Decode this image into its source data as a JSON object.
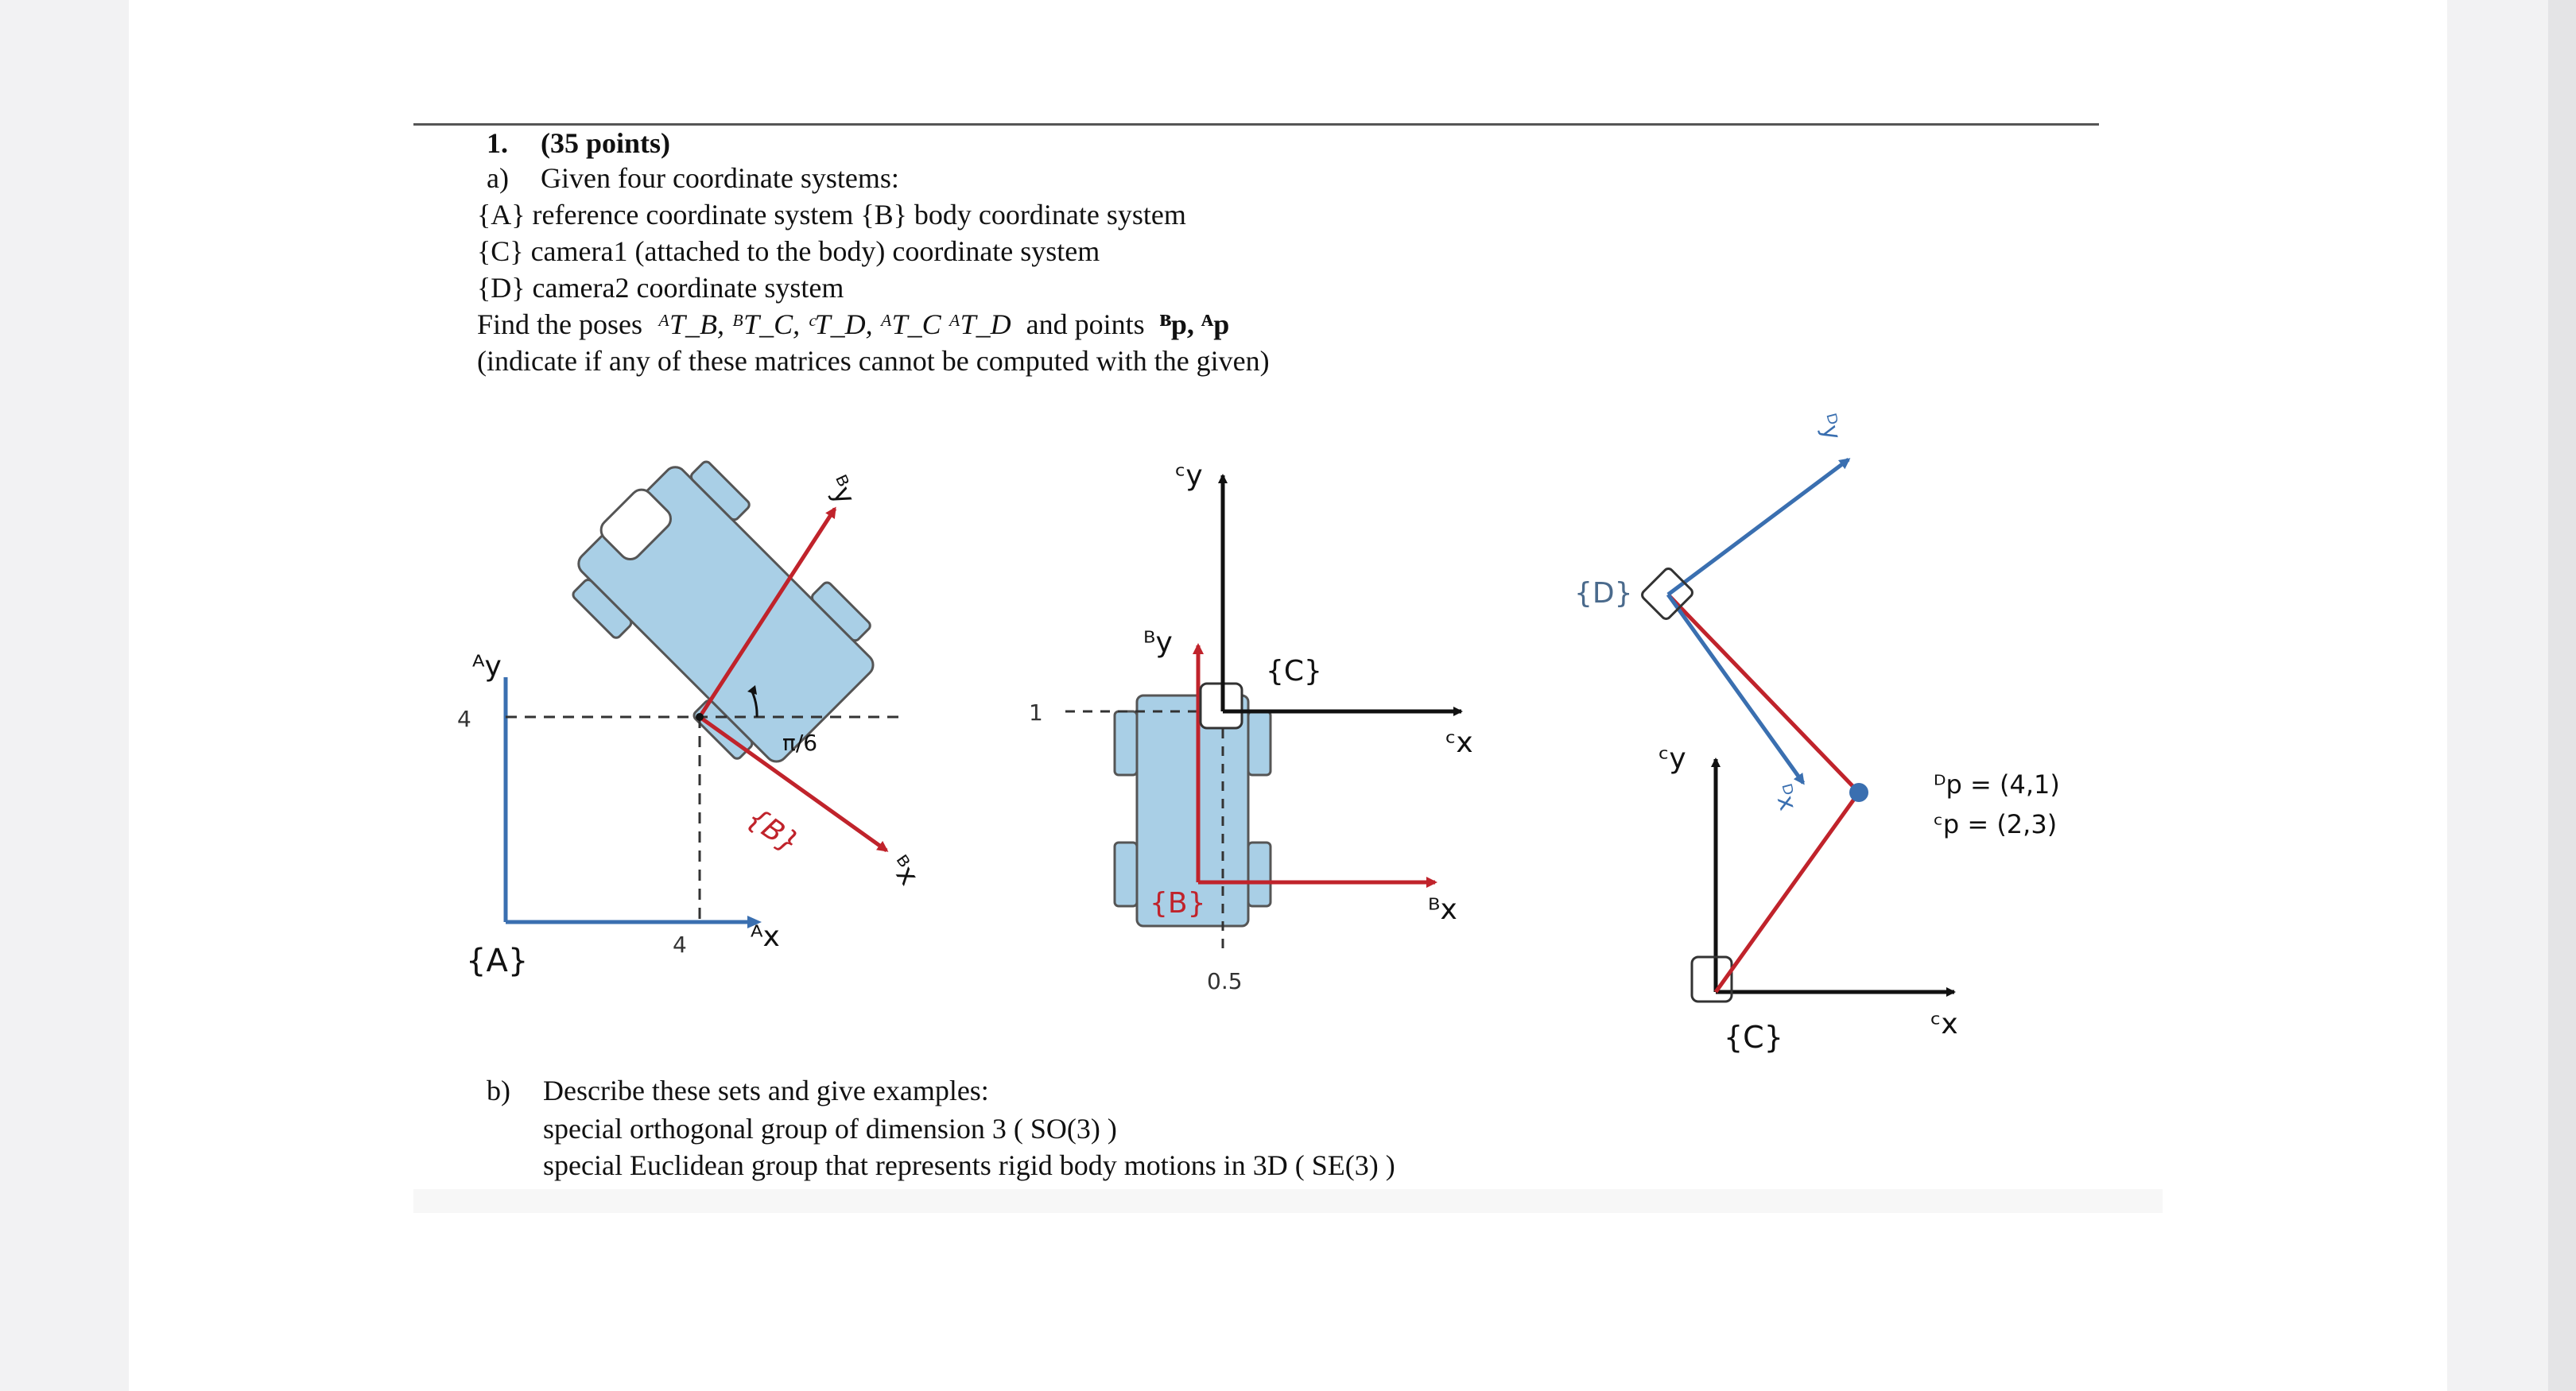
{
  "problem": {
    "number": "1.",
    "points": "(35 points)",
    "part_a_label": "a)",
    "part_a_intro": "Given four coordinate systems:",
    "line_A": "{A} reference coordinate system {B} body coordinate system",
    "line_C": "{C} camera1 (attached to the body) coordinate system",
    "line_D": "{D} camera2 coordinate system",
    "find_prefix": "Find the poses",
    "poses": "ᴬT_B, ᴮT_C, ᶜT_D, ᴬT_C  ᴬT_D",
    "find_mid": "and points",
    "points_list": "ᴮp, ᴬp",
    "note": "(indicate if any of these matrices cannot be computed with the given)",
    "part_b_label": "b)",
    "part_b_intro": "Describe these sets  and give examples:",
    "so3_line": "special orthogonal group of dimension 3  ( SO(3) )",
    "se3_line": "special Euclidean group that represents rigid body motions in 3D ( SE(3) )"
  },
  "figure1": {
    "frame_A": "{A}",
    "frame_B": "{B}",
    "axis_Ay": "ᴬy",
    "axis_Ax": "ᴬx",
    "axis_By": "ᴮy",
    "axis_Bx": "ᴮx",
    "tick_y": "4",
    "tick_x": "4",
    "angle": "π/6"
  },
  "figure2": {
    "frame_C": "{C}",
    "frame_B": "{B}",
    "axis_Cy": "ᶜy",
    "axis_Cx": "ᶜx",
    "axis_By": "ᴮy",
    "axis_Bx": "ᴮx",
    "tick_y": "1",
    "tick_x": "0.5"
  },
  "figure3": {
    "frame_D": "{D}",
    "frame_C": "{C}",
    "axis_Cy": "ᶜy",
    "axis_Cx": "ᶜx",
    "axis_Dy": "ᴰy",
    "axis_Dx": "ᴰx",
    "point_D": "ᴰp = (4,1)",
    "point_C": "ᶜp = (2,3)"
  },
  "colors": {
    "red_axis": "#c0232b",
    "blue_axis": "#3a6fb0",
    "robot_fill": "#a9cfe6",
    "frame_D_label": "#4a6a8c"
  }
}
